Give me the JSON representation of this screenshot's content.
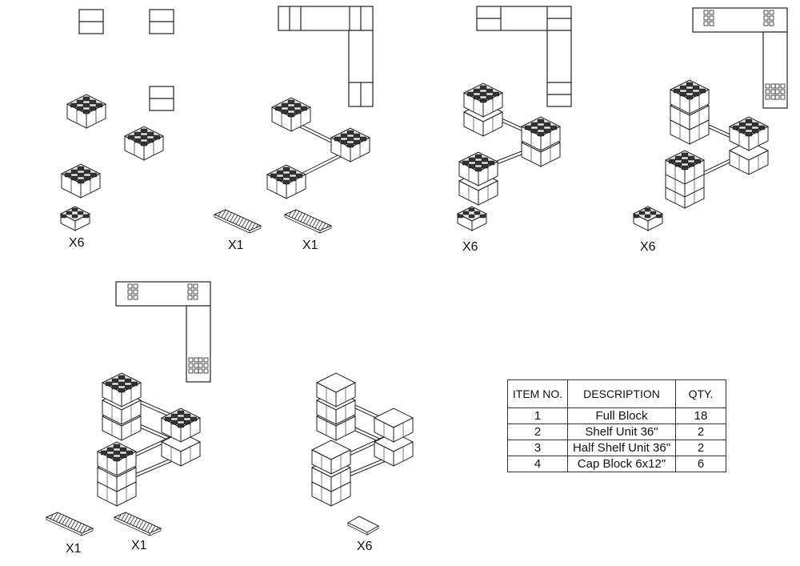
{
  "quantity_labels": {
    "step1_full_block": "X6",
    "step2_shelf": "X1",
    "step2_half_shelf": "X1",
    "step3_full_block": "X6",
    "step4_full_block": "X6",
    "step5_shelf": "X1",
    "step5_half_shelf": "X1",
    "step6_cap_block": "X6"
  },
  "bom": {
    "headers": [
      "ITEM NO.",
      "DESCRIPTION",
      "QTY."
    ],
    "rows": [
      [
        "1",
        "Full Block",
        "18"
      ],
      [
        "2",
        "Shelf Unit 36\"",
        "2"
      ],
      [
        "3",
        "Half Shelf Unit 36\"",
        "2"
      ],
      [
        "4",
        "Cap Block 6x12\"",
        "6"
      ]
    ]
  }
}
